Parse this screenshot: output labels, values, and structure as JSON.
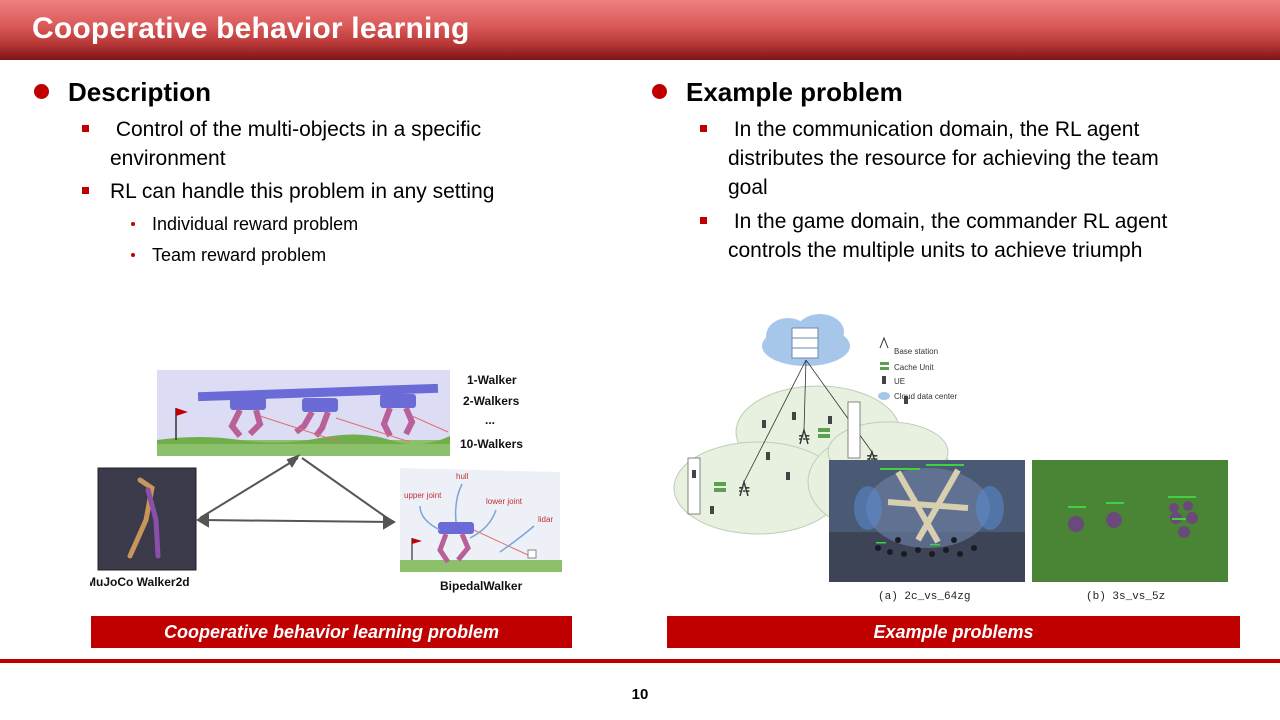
{
  "title": "Cooperative behavior learning",
  "left": {
    "heading": "Description",
    "items": [
      {
        "line1": " Control of the multi-objects in a specific",
        "line2": "environment"
      },
      {
        "line1": "RL can handle this problem in any setting"
      }
    ],
    "subitems": [
      "Individual reward problem",
      "Team reward problem"
    ],
    "figure": {
      "walkers": [
        "1-Walker",
        "2-Walkers",
        "...",
        "10-Walkers"
      ],
      "mujoco_label": "MuJoCo Walker2d",
      "bipedal_label": "BipedalWalker",
      "bipedal_parts": [
        "hull",
        "upper joint",
        "lower joint",
        "lidar"
      ]
    },
    "caption": "Cooperative behavior learning problem"
  },
  "right": {
    "heading": "Example problem",
    "items": [
      {
        "line1": " In the communication domain, the RL agent",
        "line2": "distributes the resource for achieving the team",
        "line3": "goal"
      },
      {
        "line1": " In the game domain, the commander RL agent",
        "line2": "controls the multiple units to achieve triumph"
      }
    ],
    "figure": {
      "legend": [
        "Base station",
        "Cache Unit",
        "UE",
        "Cloud data center"
      ],
      "sub_a": "(a) 2c_vs_64zg",
      "sub_b": "(b) 3s_vs_5z"
    },
    "caption": "Example problems"
  },
  "page_number": "10",
  "colors": {
    "accent": "#c00000",
    "title_grad_top": "#f08080",
    "title_grad_bottom": "#7a1414"
  }
}
